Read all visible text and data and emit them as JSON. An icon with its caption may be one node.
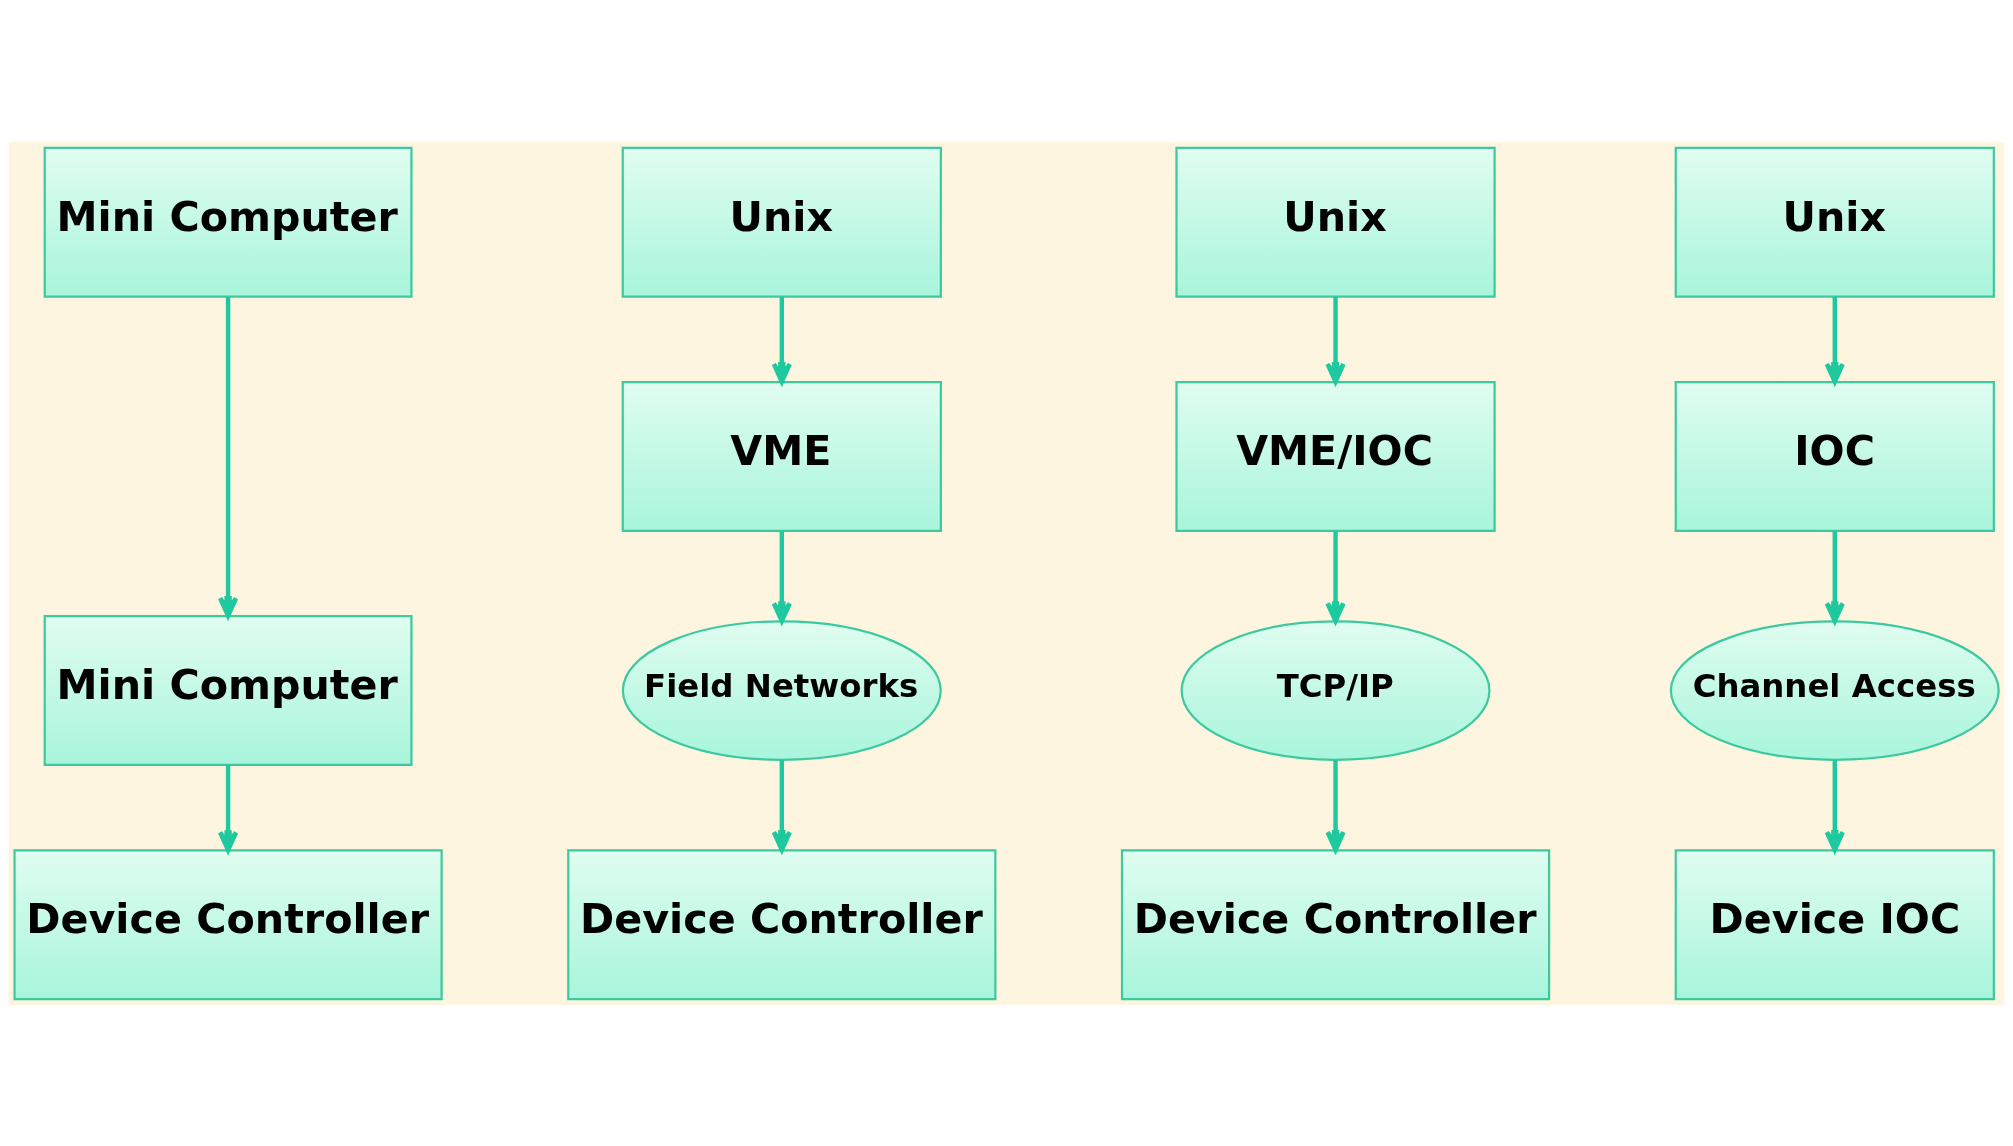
{
  "diagram": {
    "nodes": [
      {
        "text": [
          "Mini Computer"
        ]
      },
      {
        "text": [
          "Mini Computer"
        ]
      },
      {
        "text": [
          "Device Controller"
        ]
      },
      {
        "text": [
          "Unix"
        ]
      },
      {
        "text": [
          "VME"
        ]
      },
      {
        "text": [
          "Field Networks"
        ]
      },
      {
        "text": [
          "Device Controller"
        ]
      },
      {
        "text": [
          "Unix"
        ]
      },
      {
        "text": [
          "VME/IOC"
        ]
      },
      {
        "text": [
          "TCP/IP"
        ]
      },
      {
        "text": [
          "Device Controller"
        ]
      },
      {
        "text": [
          "Unix"
        ]
      },
      {
        "text": [
          "IOC"
        ]
      },
      {
        "text": [
          "Channel Access"
        ]
      },
      {
        "text": [
          "Device IOC"
        ]
      }
    ],
    "edges": [
      {
        "from": 0,
        "to": 1,
        "arrow": "to"
      },
      {
        "from": 1,
        "to": 2,
        "arrow": "to"
      },
      {
        "from": 3,
        "to": 4,
        "arrow": "to"
      },
      {
        "from": 4,
        "to": 5,
        "arrow": "to"
      },
      {
        "from": 5,
        "to": 6,
        "arrow": "to"
      },
      {
        "from": 7,
        "to": 8,
        "arrow": "to"
      },
      {
        "from": 8,
        "to": 9,
        "arrow": "to"
      },
      {
        "from": 9,
        "to": 10,
        "arrow": "to"
      },
      {
        "from": 11,
        "to": 12,
        "arrow": "to"
      },
      {
        "from": 12,
        "to": 13,
        "arrow": "to"
      },
      {
        "from": 13,
        "to": 14,
        "arrow": "to"
      }
    ]
  }
}
